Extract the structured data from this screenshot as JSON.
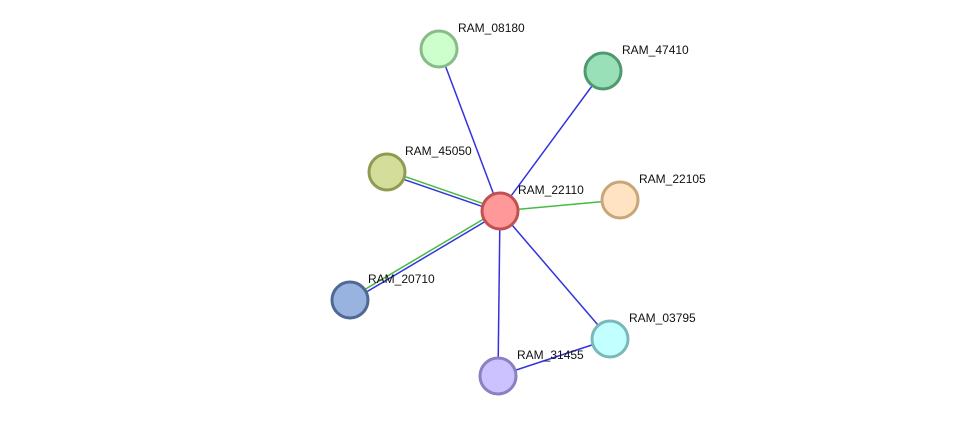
{
  "network": {
    "nodes": [
      {
        "id": "RAM_22110",
        "label": "RAM_22110",
        "fill": "#ff9999",
        "stroke": "#c25050"
      },
      {
        "id": "RAM_08180",
        "label": "RAM_08180",
        "fill": "#ccffcc",
        "stroke": "#88bb88"
      },
      {
        "id": "RAM_47410",
        "label": "RAM_47410",
        "fill": "#99e0b8",
        "stroke": "#4f9a6c"
      },
      {
        "id": "RAM_45050",
        "label": "RAM_45050",
        "fill": "#d4dd99",
        "stroke": "#8f9a52"
      },
      {
        "id": "RAM_22105",
        "label": "RAM_22105",
        "fill": "#ffe3c2",
        "stroke": "#c9a67a"
      },
      {
        "id": "RAM_20710",
        "label": "RAM_20710",
        "fill": "#99b3e0",
        "stroke": "#4f6894"
      },
      {
        "id": "RAM_03795",
        "label": "RAM_03795",
        "fill": "#c2ffff",
        "stroke": "#7ab8bc"
      },
      {
        "id": "RAM_31455",
        "label": "RAM_31455",
        "fill": "#ccc2ff",
        "stroke": "#8a80c2"
      }
    ],
    "edges": [
      {
        "source": "RAM_22110",
        "target": "RAM_08180",
        "colors": [
          "#3333dd"
        ]
      },
      {
        "source": "RAM_22110",
        "target": "RAM_47410",
        "colors": [
          "#3333dd"
        ]
      },
      {
        "source": "RAM_22110",
        "target": "RAM_45050",
        "colors": [
          "#3333dd",
          "#44bb44"
        ]
      },
      {
        "source": "RAM_22110",
        "target": "RAM_22105",
        "colors": [
          "#44bb44"
        ]
      },
      {
        "source": "RAM_22110",
        "target": "RAM_20710",
        "colors": [
          "#3333dd",
          "#44bb44"
        ]
      },
      {
        "source": "RAM_22110",
        "target": "RAM_03795",
        "colors": [
          "#3333dd"
        ]
      },
      {
        "source": "RAM_22110",
        "target": "RAM_31455",
        "colors": [
          "#3333dd"
        ]
      },
      {
        "source": "RAM_31455",
        "target": "RAM_03795",
        "colors": [
          "#3333dd"
        ]
      }
    ]
  }
}
